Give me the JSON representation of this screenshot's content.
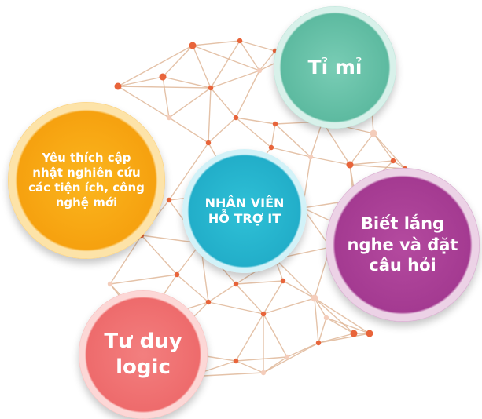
{
  "colors": {
    "network_line": "#e0b89a",
    "network_node": "#e8643a",
    "network_node_faint": "#f4cdbb",
    "teal": "#5dbaa0",
    "cyan": "#22aec9",
    "orange": "#f6a10f",
    "purple": "#a43a91",
    "coral": "#ee6b6c"
  },
  "bubbles": {
    "center": {
      "label": "NHÂN VIÊN\nHỖ TRỢ IT"
    },
    "top_right": {
      "label": "Tỉ mỉ"
    },
    "left": {
      "label": "Yêu thích cập\nnhật nghiên cứu\ncác tiện ích, công\nnghệ mới"
    },
    "right": {
      "label": "Biết lắng\nnghe và đặt\ncâu hỏi"
    },
    "bottom_left": {
      "label": "Tư duy\nlogic"
    }
  }
}
